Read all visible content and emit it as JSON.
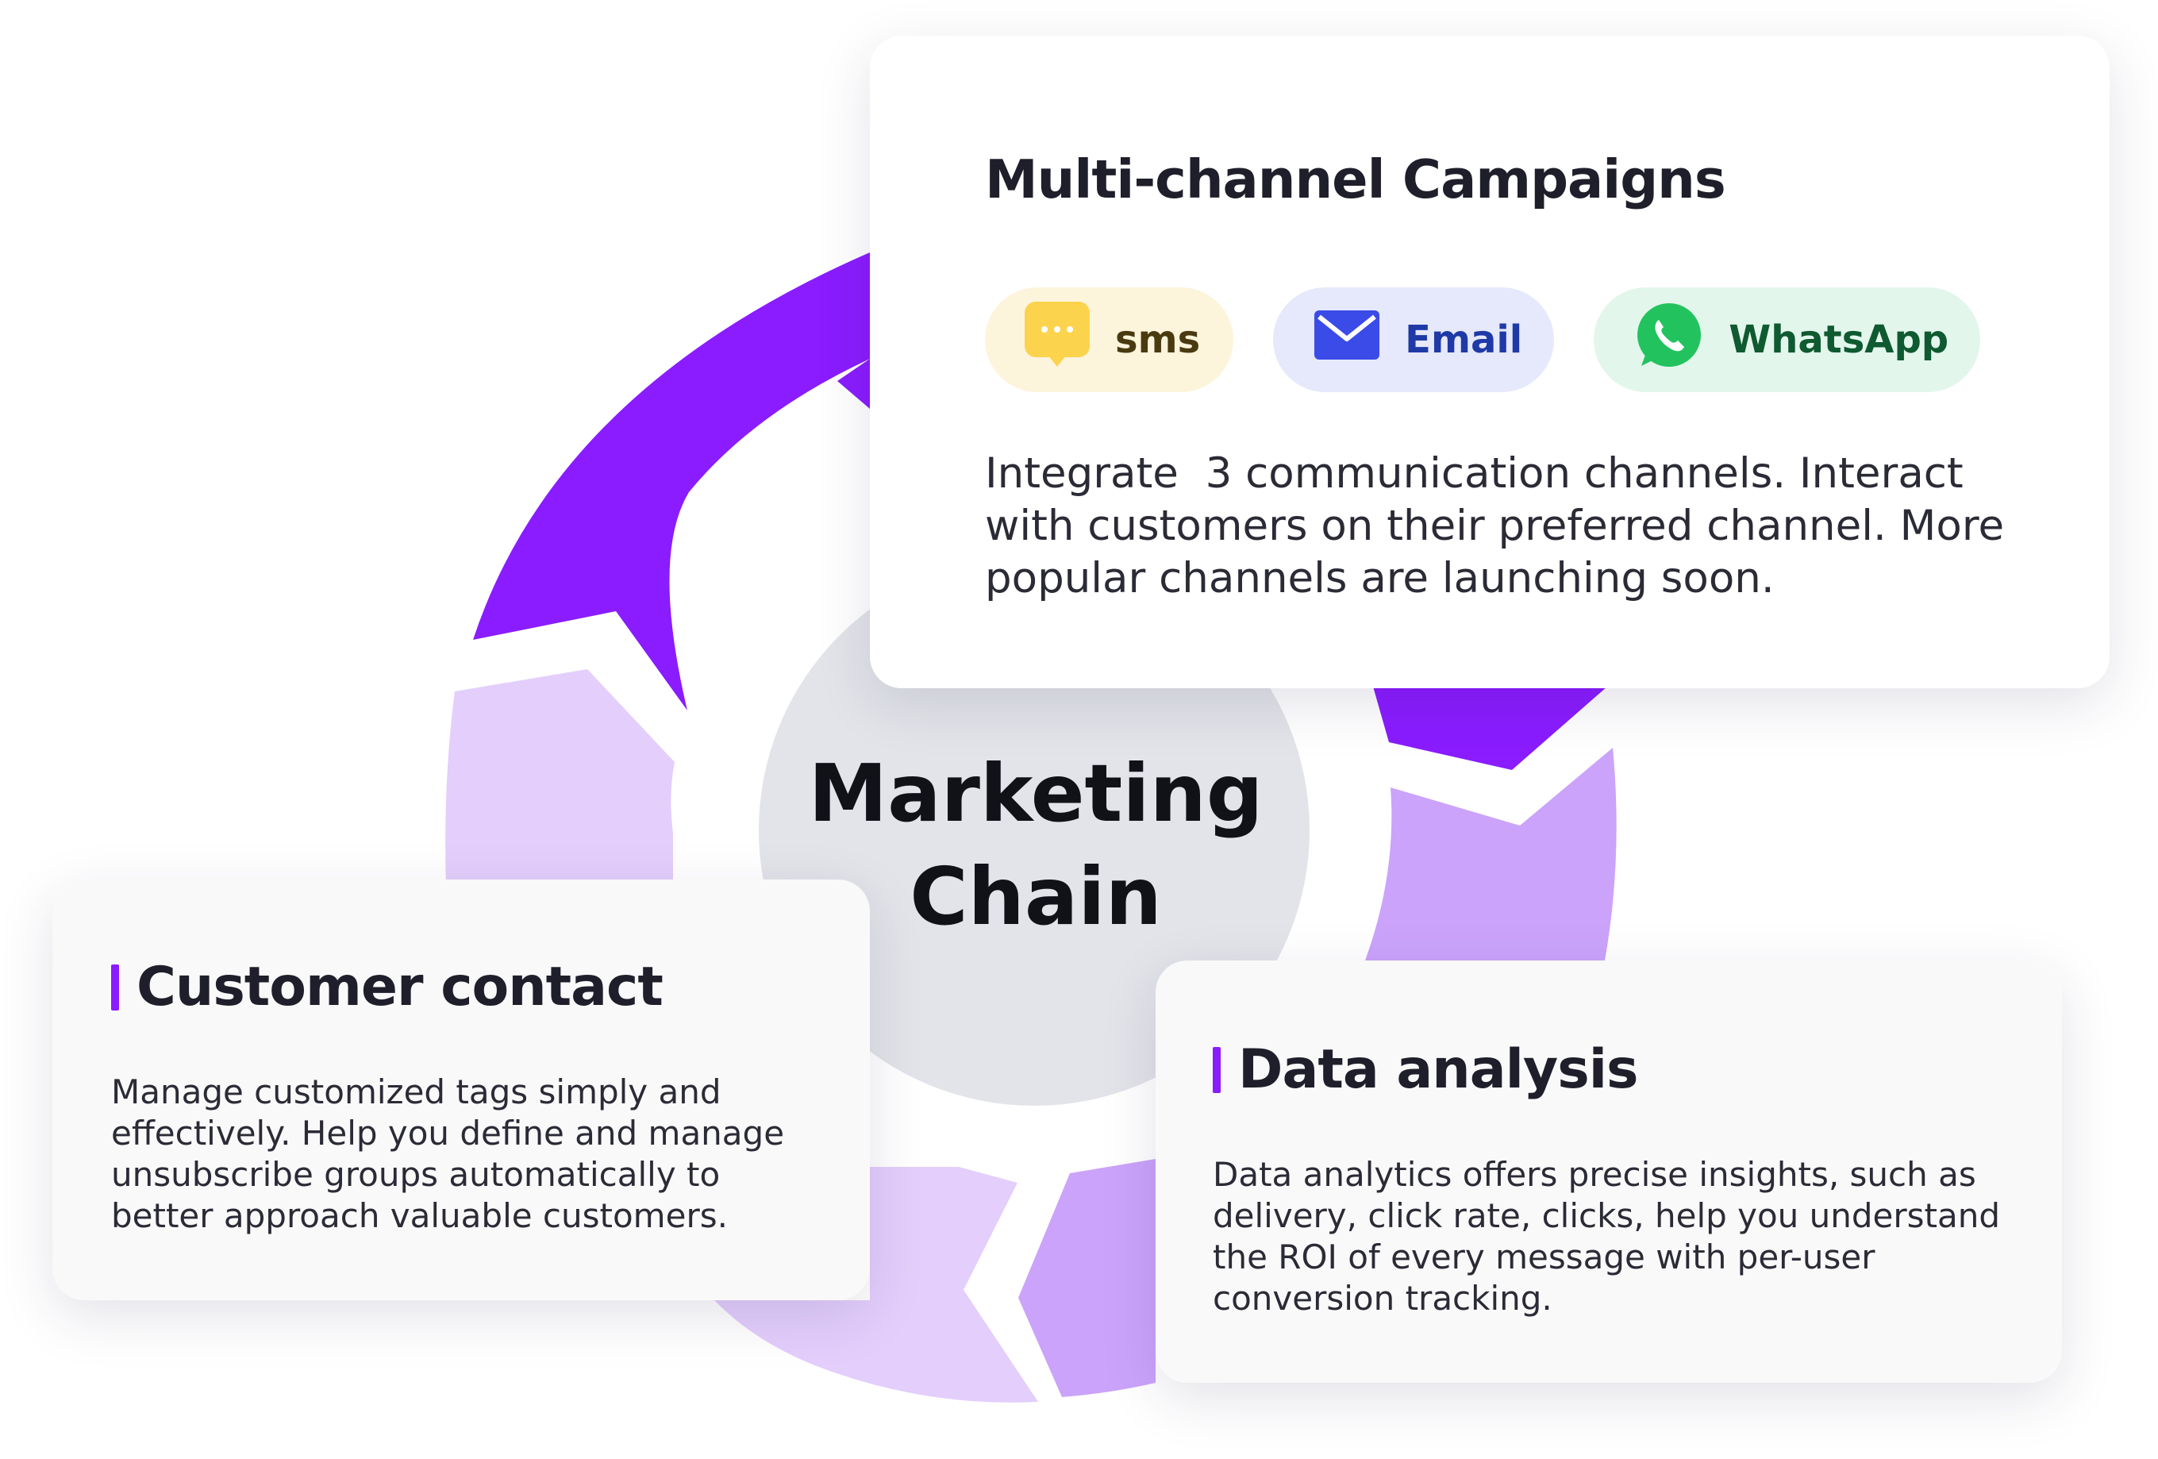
{
  "diagram": {
    "center_label_line1": "Marketing",
    "center_label_line2": "Chain",
    "colors": {
      "segment_dark": "#8a1cff",
      "segment_medium": "#cba3fb",
      "segment_light": "#e3cefc",
      "center_circle": "#e2e4e9",
      "accent": "#8a1cff"
    }
  },
  "campaigns_card": {
    "title": "Multi-channel Campaigns",
    "channels": [
      {
        "label": "sms",
        "icon": "sms-bubble-icon"
      },
      {
        "label": "Email",
        "icon": "envelope-icon"
      },
      {
        "label": "WhatsApp",
        "icon": "whatsapp-icon"
      }
    ],
    "description": "Integrate  3 communication channels. Interact with customers on their preferred channel. More popular channels are launching soon."
  },
  "customer_card": {
    "title": "Customer contact",
    "description": "Manage customized tags simply and effectively. Help you define and manage unsubscribe groups automatically to better approach valuable customers."
  },
  "analysis_card": {
    "title": "Data analysis",
    "description": "Data analytics offers precise insights, such as delivery, click rate, clicks, help you understand the ROI of every message with per-user conversion tracking."
  }
}
